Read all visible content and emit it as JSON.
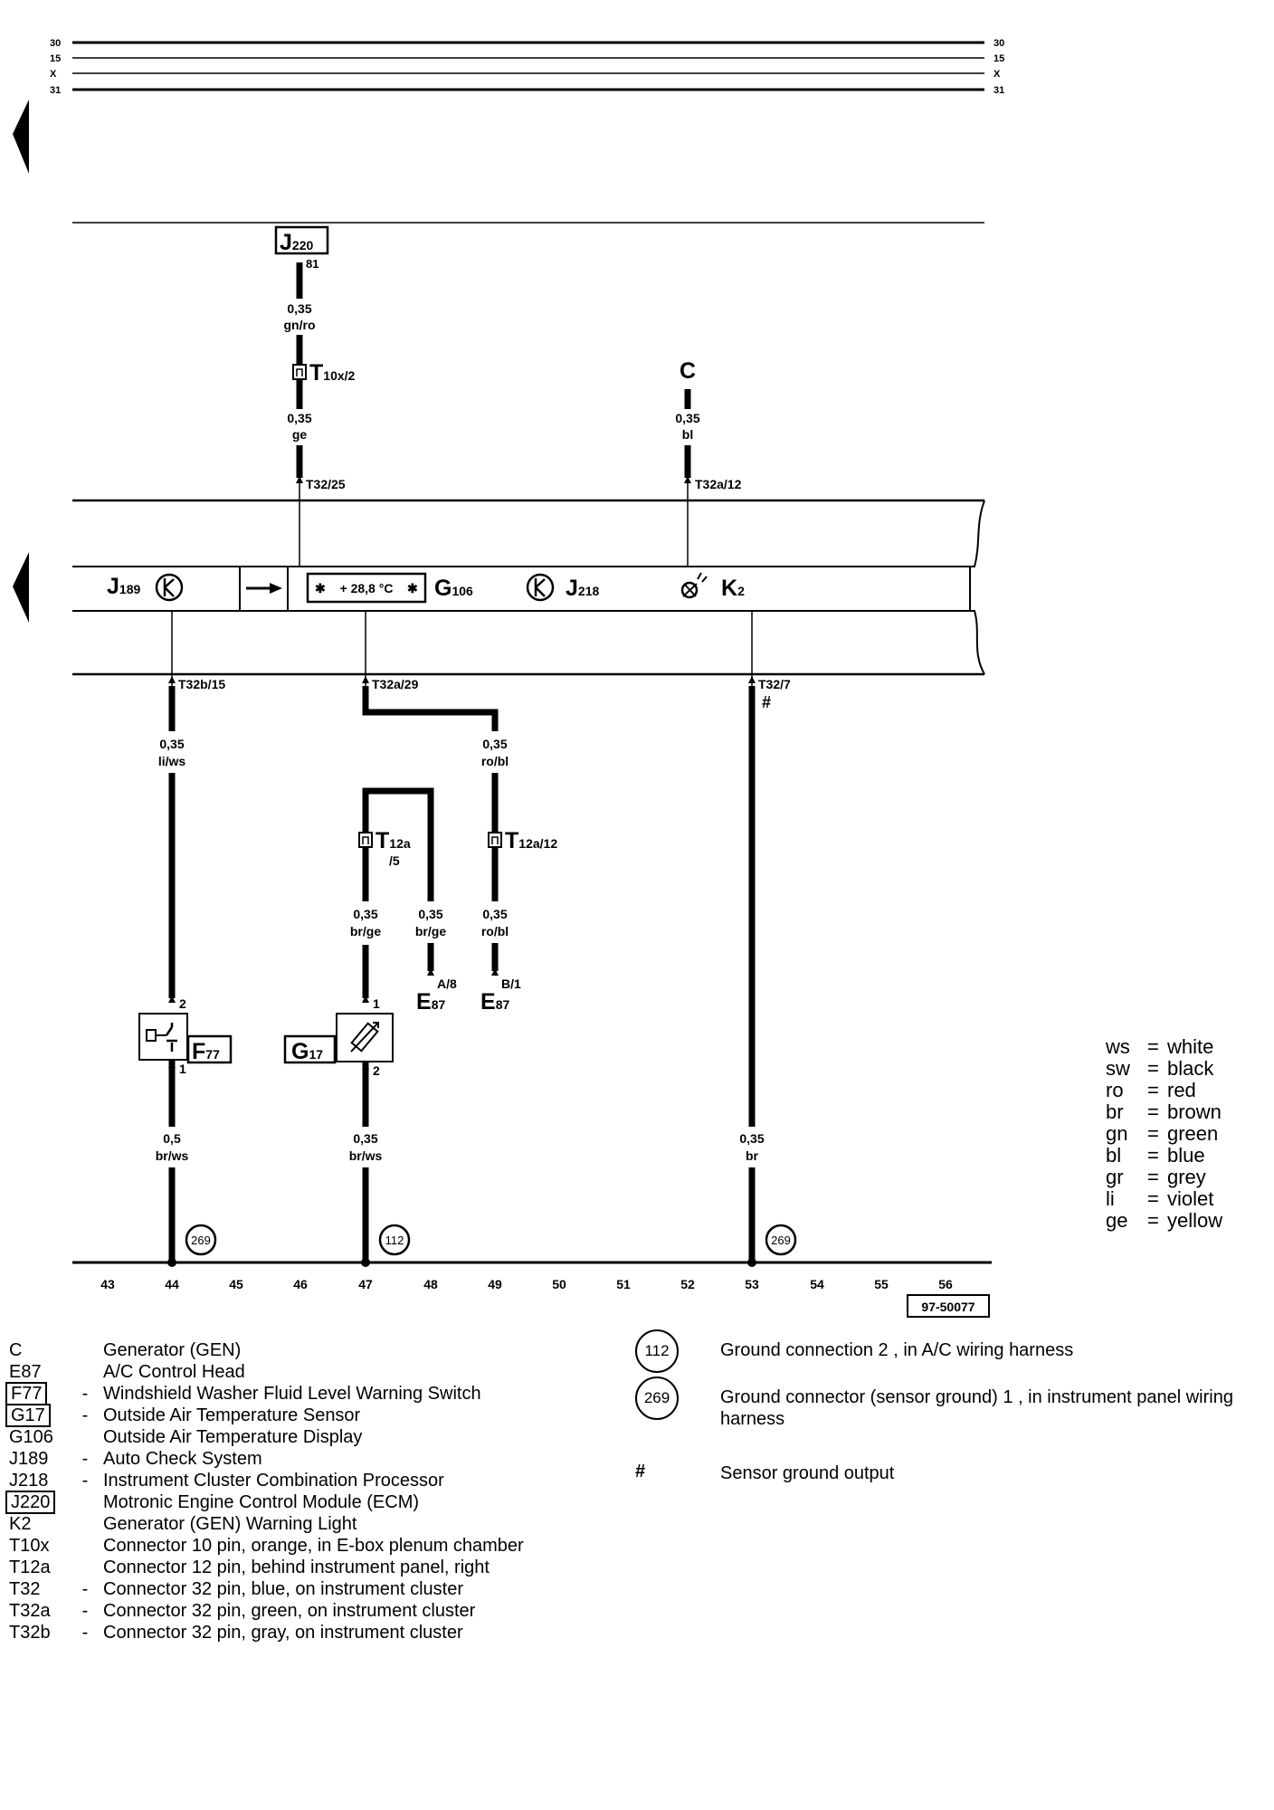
{
  "bus_labels": [
    "30",
    "15",
    "X",
    "31"
  ],
  "diagram_id": "97-50077",
  "position_numbers": [
    "43",
    "44",
    "45",
    "46",
    "47",
    "48",
    "49",
    "50",
    "51",
    "52",
    "53",
    "54",
    "55",
    "56"
  ],
  "components": {
    "J220": {
      "main": "J",
      "sub": "220",
      "pin": "81"
    },
    "T10x": {
      "main": "T",
      "sub": "10x/2"
    },
    "C": "C",
    "J189": {
      "main": "J",
      "sub": "189"
    },
    "G106": {
      "main": "G",
      "sub": "106"
    },
    "G106_display": "+ 28,8 °C",
    "J218": {
      "main": "J",
      "sub": "218"
    },
    "K2": {
      "main": "K",
      "sub": "2"
    },
    "T12a5": {
      "main": "T",
      "sub": "12a",
      "sub2": "/5"
    },
    "T12a12": {
      "main": "T",
      "sub": "12a/12"
    },
    "E87_A": {
      "main": "E",
      "sub": "87",
      "pin": "A/8"
    },
    "E87_B": {
      "main": "E",
      "sub": "87",
      "pin": "B/1"
    },
    "F77": {
      "main": "F",
      "sub": "77"
    },
    "G17": {
      "main": "G",
      "sub": "17"
    },
    "hash": "#"
  },
  "connectors": {
    "t32_25": "T32/25",
    "t32a_12": "T32a/12",
    "t32b_15": "T32b/15",
    "t32a_29": "T32a/29",
    "t32_7": "T32/7"
  },
  "wires": {
    "j220_out": {
      "size": "0,35",
      "color": "gn/ro"
    },
    "j220_in": {
      "size": "0,35",
      "color": "ge"
    },
    "c_wire": {
      "size": "0,35",
      "color": "bl"
    },
    "j189_wire": {
      "size": "0,35",
      "color": "li/ws"
    },
    "g106_wire": {
      "size": "0,35",
      "color": "ro/bl"
    },
    "g17_top": {
      "size": "0,35",
      "color": "br/ge"
    },
    "e87a_wire": {
      "size": "0,35",
      "color": "br/ge"
    },
    "e87b_wire": {
      "size": "0,35",
      "color": "ro/bl"
    },
    "f77_gnd": {
      "size": "0,5",
      "color": "br/ws"
    },
    "g17_gnd": {
      "size": "0,35",
      "color": "br/ws"
    },
    "k2_gnd": {
      "size": "0,35",
      "color": "br"
    }
  },
  "pins": {
    "f77_top": "2",
    "f77_bot": "1",
    "g17_top": "1",
    "g17_bot": "2"
  },
  "ground_refs": {
    "g269": "269",
    "g112": "112"
  },
  "color_key": [
    {
      "abbr": "ws",
      "name": "white"
    },
    {
      "abbr": "sw",
      "name": "black"
    },
    {
      "abbr": "ro",
      "name": "red"
    },
    {
      "abbr": "br",
      "name": "brown"
    },
    {
      "abbr": "gn",
      "name": "green"
    },
    {
      "abbr": "bl",
      "name": "blue"
    },
    {
      "abbr": "gr",
      "name": "grey"
    },
    {
      "abbr": "li",
      "name": "violet"
    },
    {
      "abbr": "ge",
      "name": "yellow"
    }
  ],
  "legend": [
    {
      "code": "C",
      "dash": "",
      "desc": "Generator (GEN)",
      "boxed": false
    },
    {
      "code": "E87",
      "dash": "",
      "desc": "A/C Control Head",
      "boxed": false
    },
    {
      "code": "F77",
      "dash": "-",
      "desc": "Windshield Washer Fluid Level Warning Switch",
      "boxed": true
    },
    {
      "code": "G17",
      "dash": "-",
      "desc": "Outside Air Temperature Sensor",
      "boxed": true
    },
    {
      "code": "G106",
      "dash": "",
      "desc": "Outside Air Temperature Display",
      "boxed": false
    },
    {
      "code": "J189",
      "dash": "-",
      "desc": "Auto Check System",
      "boxed": false
    },
    {
      "code": "J218",
      "dash": "-",
      "desc": "Instrument Cluster Combination Processor",
      "boxed": false
    },
    {
      "code": "J220",
      "dash": "",
      "desc": "Motronic Engine Control Module (ECM)",
      "boxed": true
    },
    {
      "code": "K2",
      "dash": "",
      "desc": "Generator (GEN) Warning Light",
      "boxed": false
    },
    {
      "code": "T10x",
      "dash": "",
      "desc": "Connector 10 pin, orange, in E-box plenum chamber",
      "boxed": false
    },
    {
      "code": "T12a",
      "dash": "",
      "desc": "Connector 12 pin, behind instrument panel, right",
      "boxed": false
    },
    {
      "code": "T32",
      "dash": "-",
      "desc": "Connector 32 pin, blue, on instrument cluster",
      "boxed": false
    },
    {
      "code": "T32a",
      "dash": "-",
      "desc": "Connector 32 pin, green, on instrument cluster",
      "boxed": false
    },
    {
      "code": "T32b",
      "dash": "-",
      "desc": "Connector 32 pin, gray, on instrument cluster",
      "boxed": false
    }
  ],
  "ground_notes": [
    {
      "ref": "112",
      "text": "Ground connection 2 , in A/C wiring harness"
    },
    {
      "ref": "269",
      "text": "Ground connector (sensor ground) 1 , in instrument panel wiring harness"
    },
    {
      "ref": "#",
      "text": "Sensor ground output"
    }
  ]
}
